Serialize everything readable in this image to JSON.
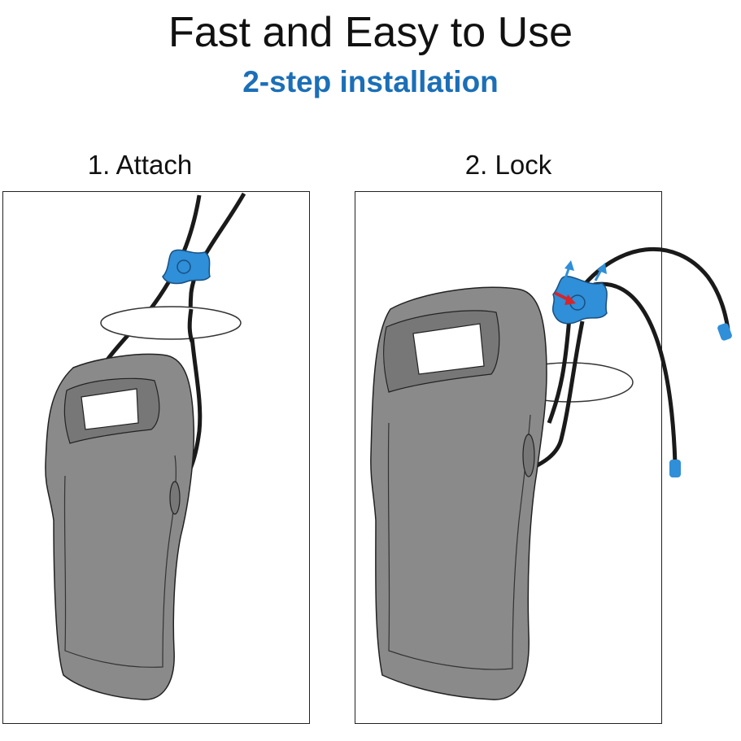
{
  "header": {
    "title": "Fast and Easy to Use",
    "subtitle": "2-step installation"
  },
  "steps": [
    {
      "label": "1. Attach"
    },
    {
      "label": "2. Lock"
    }
  ],
  "colors": {
    "accent": "#1b6fb7",
    "lock_blue": "#2f8fd8",
    "remote_gray": "#8a8a8a",
    "arrow_red": "#d4262b"
  }
}
